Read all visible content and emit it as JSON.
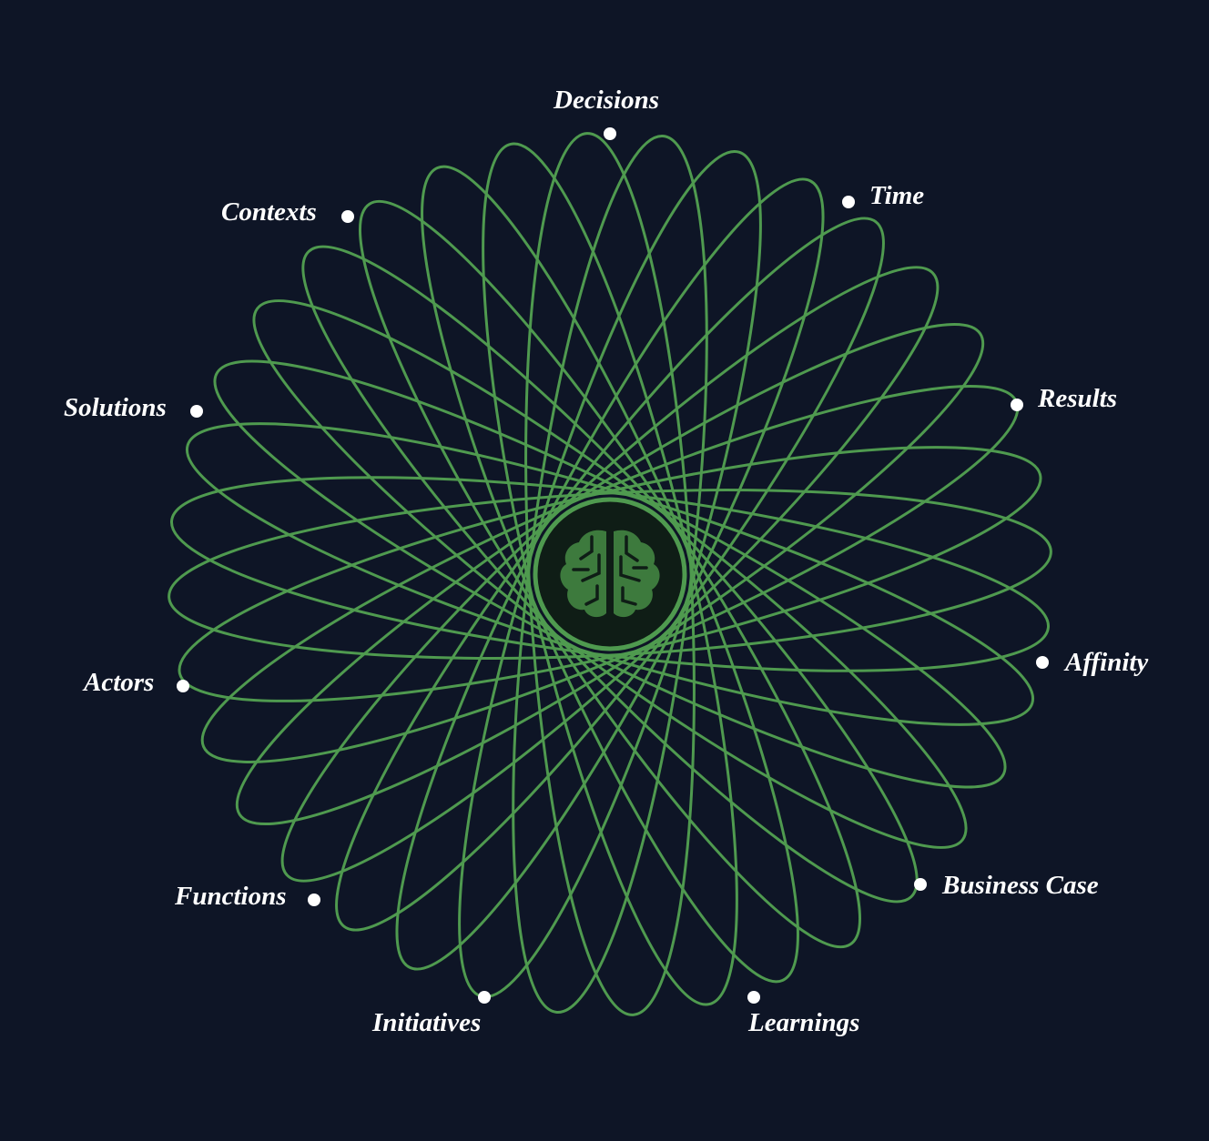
{
  "colors": {
    "background": "#0e1526",
    "ellipse": "#4f9a4f",
    "center_disc": "#0f1d16",
    "center_ring": "#4f9a4f",
    "brain": "#3d7a3d",
    "dot": "#ffffff",
    "label": "#ffffff"
  },
  "center": {
    "icon": "brain-icon"
  },
  "nodes": [
    {
      "id": "decisions",
      "label": "Decisions"
    },
    {
      "id": "time",
      "label": "Time"
    },
    {
      "id": "results",
      "label": "Results"
    },
    {
      "id": "affinity",
      "label": "Affinity"
    },
    {
      "id": "business-case",
      "label": "Business Case"
    },
    {
      "id": "learnings",
      "label": "Learnings"
    },
    {
      "id": "initiatives",
      "label": "Initiatives"
    },
    {
      "id": "functions",
      "label": "Functions"
    },
    {
      "id": "actors",
      "label": "Actors"
    },
    {
      "id": "solutions",
      "label": "Solutions"
    },
    {
      "id": "contexts",
      "label": "Contexts"
    }
  ]
}
